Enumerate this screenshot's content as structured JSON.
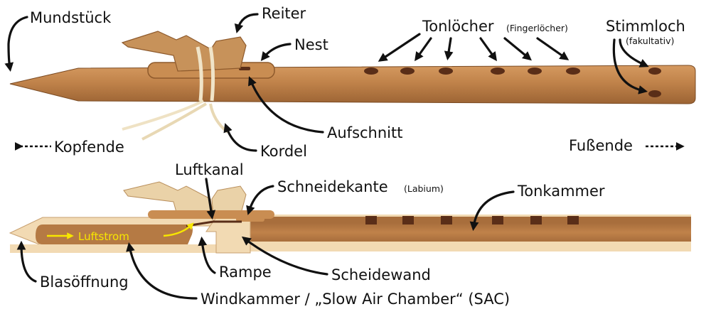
{
  "top_view": {
    "mouthpiece": "Mundstück",
    "block": "Reiter",
    "nest": "Nest",
    "finger_holes": "Tonlöcher",
    "finger_holes_note": "(Fingerlöcher)",
    "tuning_hole": "Stimmloch",
    "tuning_hole_note": "(fakultativ)",
    "cut": "Aufschnitt",
    "cord": "Kordel",
    "head_end": "Kopfende",
    "foot_end": "Fußende"
  },
  "section_view": {
    "flue": "Luftkanal",
    "cutting_edge": "Schneidekante",
    "cutting_edge_note": "(Labium)",
    "sound_chamber": "Tonkammer",
    "airstream": "Luftstrom",
    "mouth_opening": "Blasöffnung",
    "ramp": "Rampe",
    "plug": "Scheidewand",
    "wind_chamber": "Windkammer / „Slow Air Chamber“ (SAC)"
  },
  "colors": {
    "wood": "#c0824a",
    "wood_dark": "#8e5a2c",
    "wood_light": "#d8a06a",
    "block": "#d2aa7e",
    "hole": "#5a2e18",
    "bore_light": "#f2dab3",
    "airstream": "#f7e600"
  }
}
